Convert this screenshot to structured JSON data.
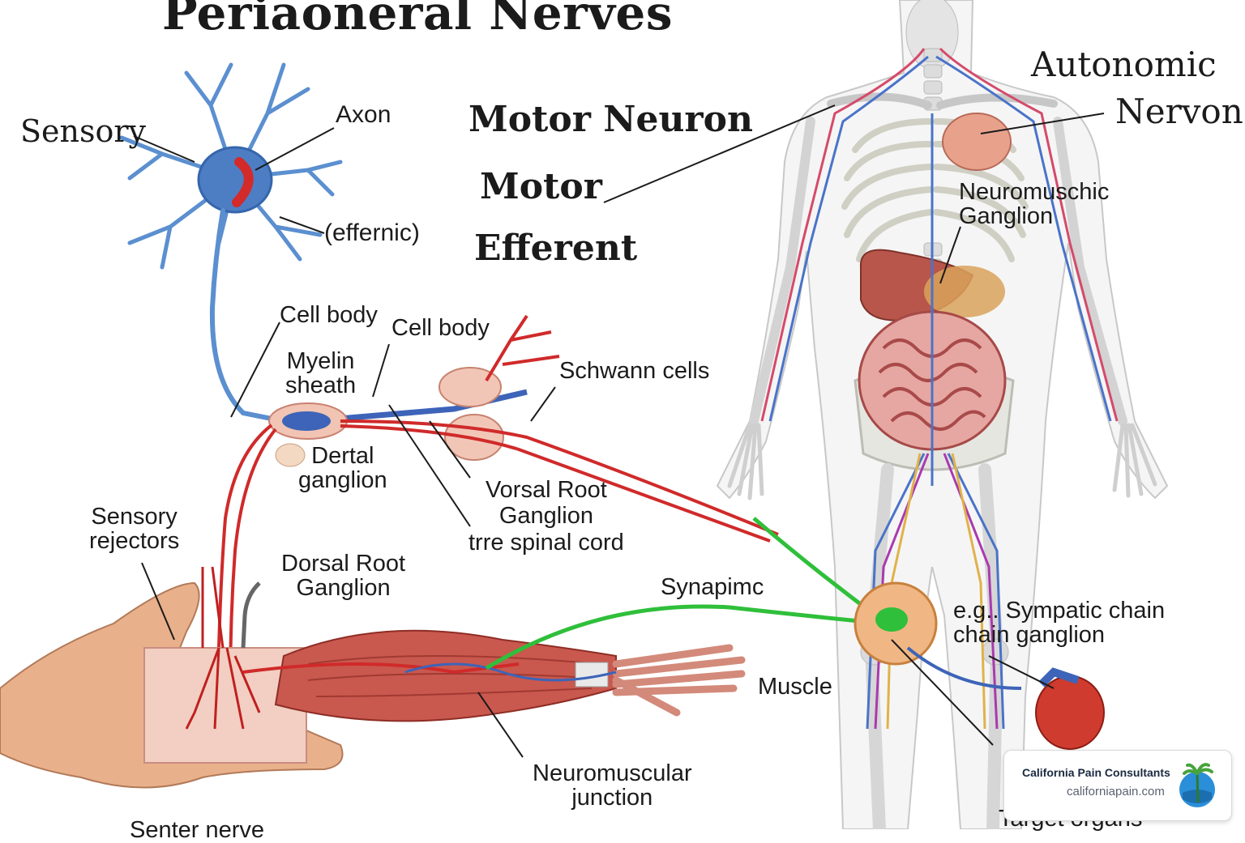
{
  "title": "Periaoneral Nerves",
  "labels": {
    "sensory": "Sensory",
    "axon": "Axon",
    "effernic": "(effernic)",
    "motor_neuron": "Motor Neuron",
    "motor": "Motor",
    "efferent": "Efferent",
    "autonomic": "Autonomic",
    "nervon": "Nervon",
    "neuromuschic_ganglion": "Neuromuschic\nGanglion",
    "cell_body_1": "Cell body",
    "cell_body_2": "Cell body",
    "myelin_sheath": "Myelin\nsheath",
    "schwann_cells": "Schwann cells",
    "dertal_ganglion": "Dertal\nganglion",
    "vorsal_root": "Vorsal Root\nGanglion\ntrre spinal cord",
    "sensory_rejectors": "Sensory\nrejectors",
    "dorsal_root_ganglion": "Dorsal Root\nGanglion",
    "synapimc": "Synapimc",
    "sympatic_chain": "e.g.. Sympatic chain\nchain ganglion",
    "muscle": "Muscle",
    "neuromuscular_junction": "Neuromuscular\njunction",
    "senter_nerve": "Senter nerve",
    "target_organs": "Target organs"
  },
  "brand": {
    "name": "California Pain Consultants",
    "url": "californiapain.com"
  },
  "colors": {
    "sensory_blue": "#5b8fd0",
    "motor_red": "#d02a2a",
    "autonomic_green": "#2fbf3a",
    "skin": "#e9b08c",
    "muscle": "#c9584e",
    "skeleton": "#d8d8d8"
  }
}
